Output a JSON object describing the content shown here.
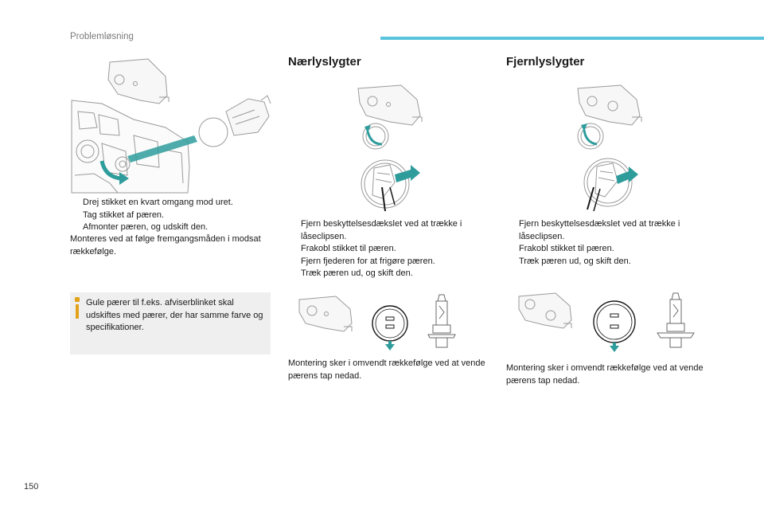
{
  "header": {
    "section_title": "Problemløsning",
    "accent_color": "#5bc4dc"
  },
  "page_number": "150",
  "left": {
    "steps": [
      "Drej stikket en kvart omgang mod uret.",
      "Tag stikket af pæren.",
      "Afmonter pæren, og udskift den."
    ],
    "paragraph": "Monteres ved at følge fremgangsmåden i modsat rækkefølge.",
    "note": "Gule pærer til f.eks. afviserblinket skal udskiftes med pærer, der har samme farve og specifikationer."
  },
  "mid": {
    "title": "Nærlyslygter",
    "steps": [
      "Fjern beskyttelsesdækslet ved at trække i låseclipsen.",
      "Frakobl stikket til pæren.",
      "Fjern fjederen for at frigøre pæren.",
      "Træk pæren ud, og skift den."
    ],
    "footer": "Montering sker i omvendt rækkefølge ved at vende pærens tap nedad."
  },
  "right": {
    "title": "Fjernlyslygter",
    "steps": [
      "Fjern beskyttelsesdækslet ved at trække i låseclipsen.",
      "Frakobl stikket til pæren.",
      "Træk pæren ud, og skift den."
    ],
    "footer": "Montering sker i omvendt rækkefølge ved at vende pærens tap nedad."
  },
  "bullet_glyph": "",
  "icons": [
    "bullet-mark-icon",
    "info-icon",
    "rotate-arrow-icon",
    "pull-arrow-icon",
    "down-arrow-icon"
  ],
  "colors": {
    "teal": "#2f9c9c",
    "info": "#e3a21a",
    "note_bg": "#efefef"
  }
}
